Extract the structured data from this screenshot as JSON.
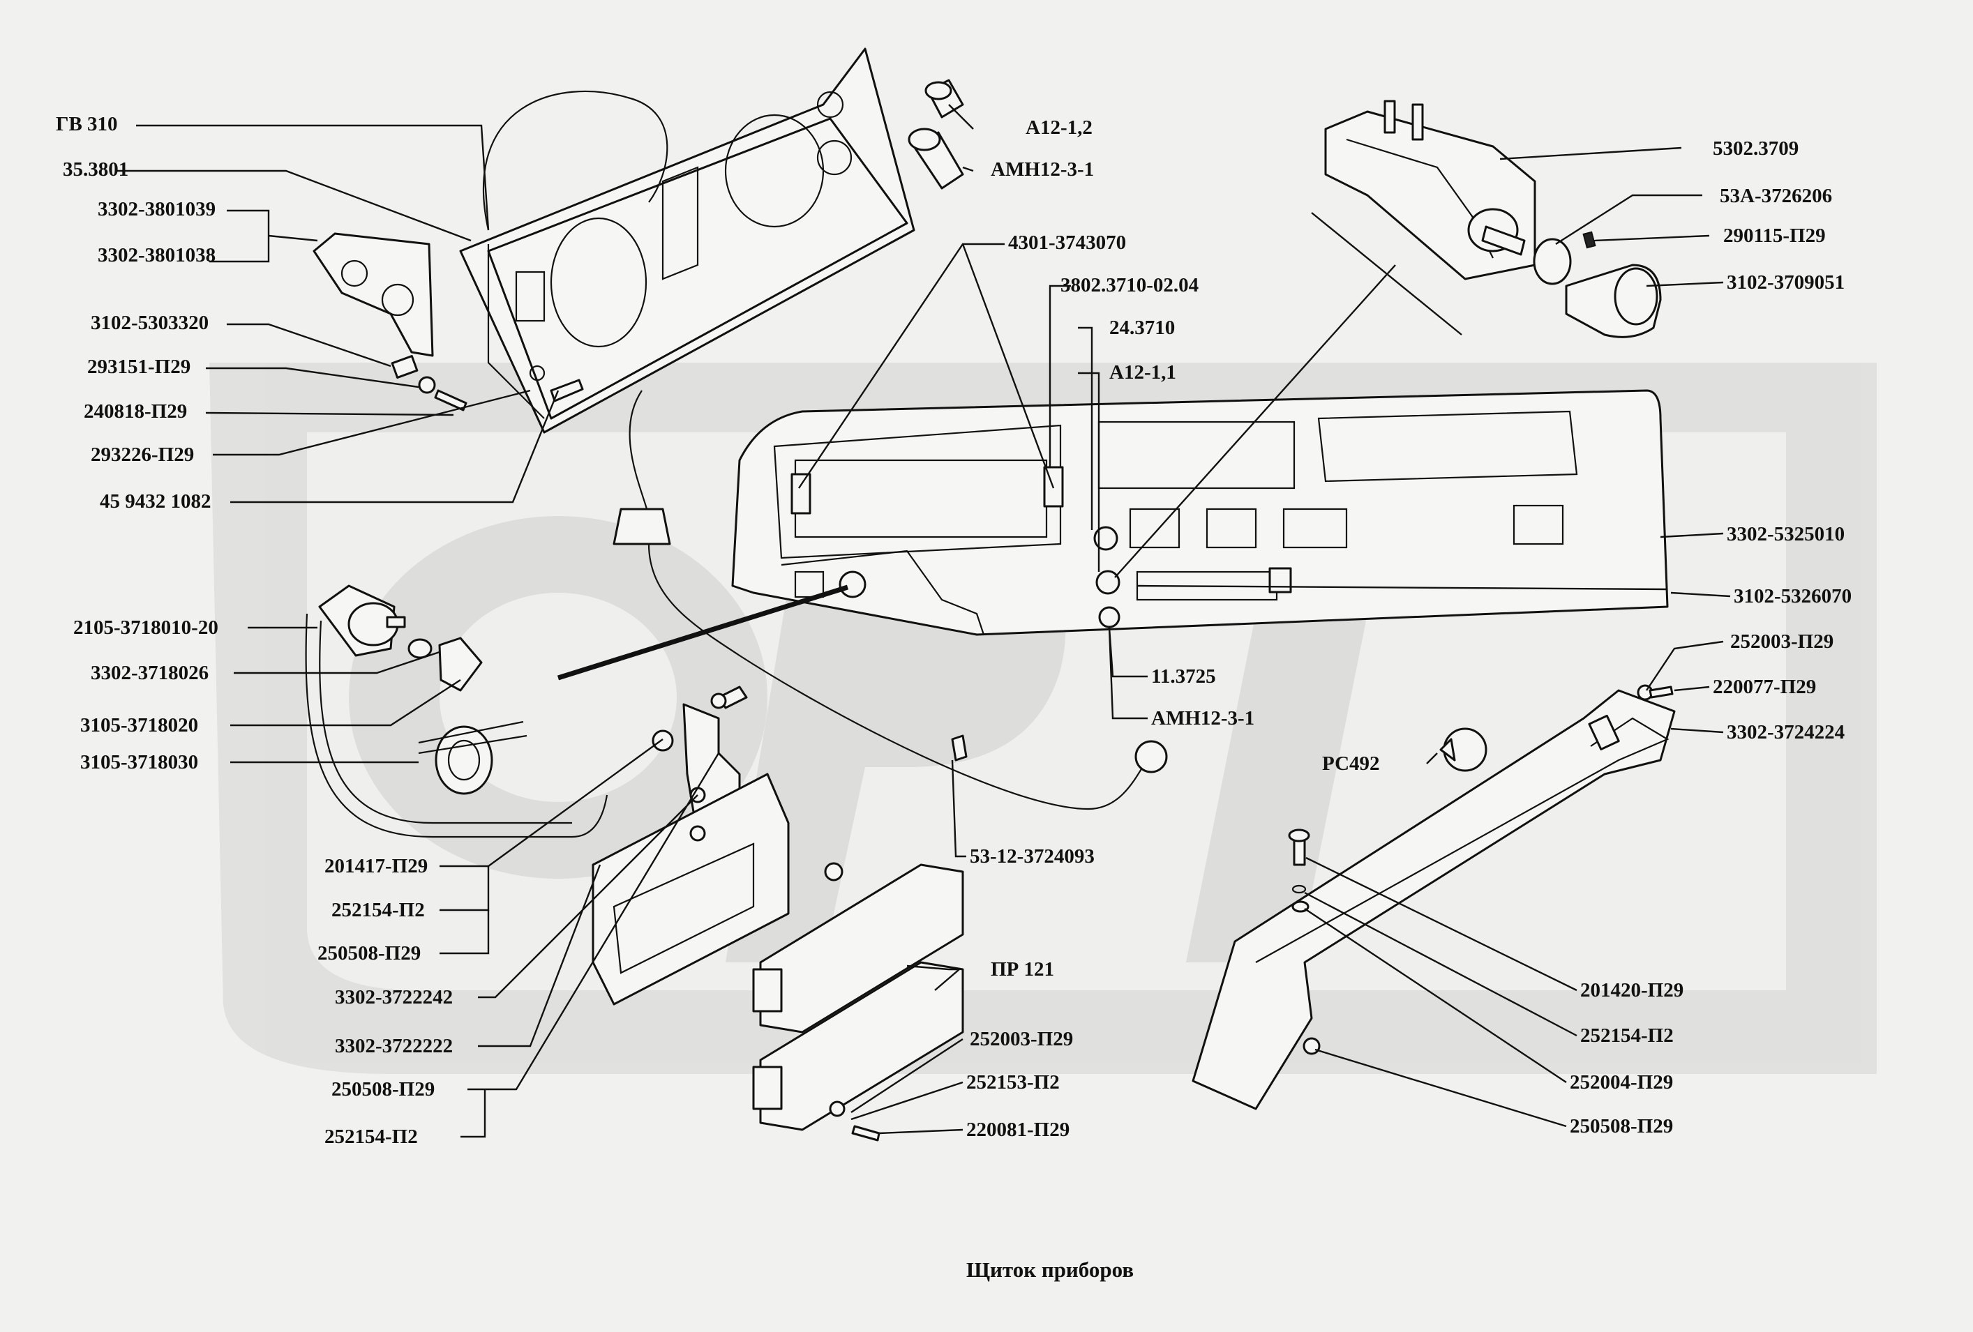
{
  "caption": "Щиток приборов",
  "watermark": "ОРТ",
  "labels": {
    "gv310": "ГВ 310",
    "l35_3801": "35.3801",
    "l3302_3801039": "3302-3801039",
    "l3302_3801038": "3302-3801038",
    "l3102_5303320": "3102-5303320",
    "l293151": "293151-П29",
    "l240818": "240818-П29",
    "l293226": "293226-П29",
    "l45_9432": "45 9432 1082",
    "a12_12": "А12-1,2",
    "amn12_top": "АМН12-3-1",
    "l4301": "4301-3743070",
    "l3802": "3802.3710-02.04",
    "l24_3710": "24.3710",
    "a12_11": "А12-1,1",
    "l5302": "5302.3709",
    "l53a": "53А-3726206",
    "l290115": "290115-П29",
    "l3102_3709051": "3102-3709051",
    "l3302_5325010": "3302-5325010",
    "l3102_5326070": "3102-5326070",
    "l2105": "2105-3718010-20",
    "l3302_3718026": "3302-3718026",
    "l3105_3718020": "3105-3718020",
    "l3105_3718030": "3105-3718030",
    "l11_3725": "11.3725",
    "amn12_mid": "АМН12-3-1",
    "l252003_r": "252003-П29",
    "l220077": "220077-П29",
    "l3302_3724224": "3302-3724224",
    "rc492": "РС492",
    "l53_12": "53-12-3724093",
    "l201417": "201417-П29",
    "l252154_a": "252154-П2",
    "l250508_a": "250508-П29",
    "l3302_3722242": "3302-3722242",
    "l3302_3722222": "3302-3722222",
    "l250508_b": "250508-П29",
    "l252154_b": "252154-П2",
    "pr121": "ПР 121",
    "l252003_b": "252003-П29",
    "l252153": "252153-П2",
    "l220081": "220081-П29",
    "l201420": "201420-П29",
    "l252154_r": "252154-П2",
    "l252004": "252004-П29",
    "l250508_r": "250508-П29"
  }
}
